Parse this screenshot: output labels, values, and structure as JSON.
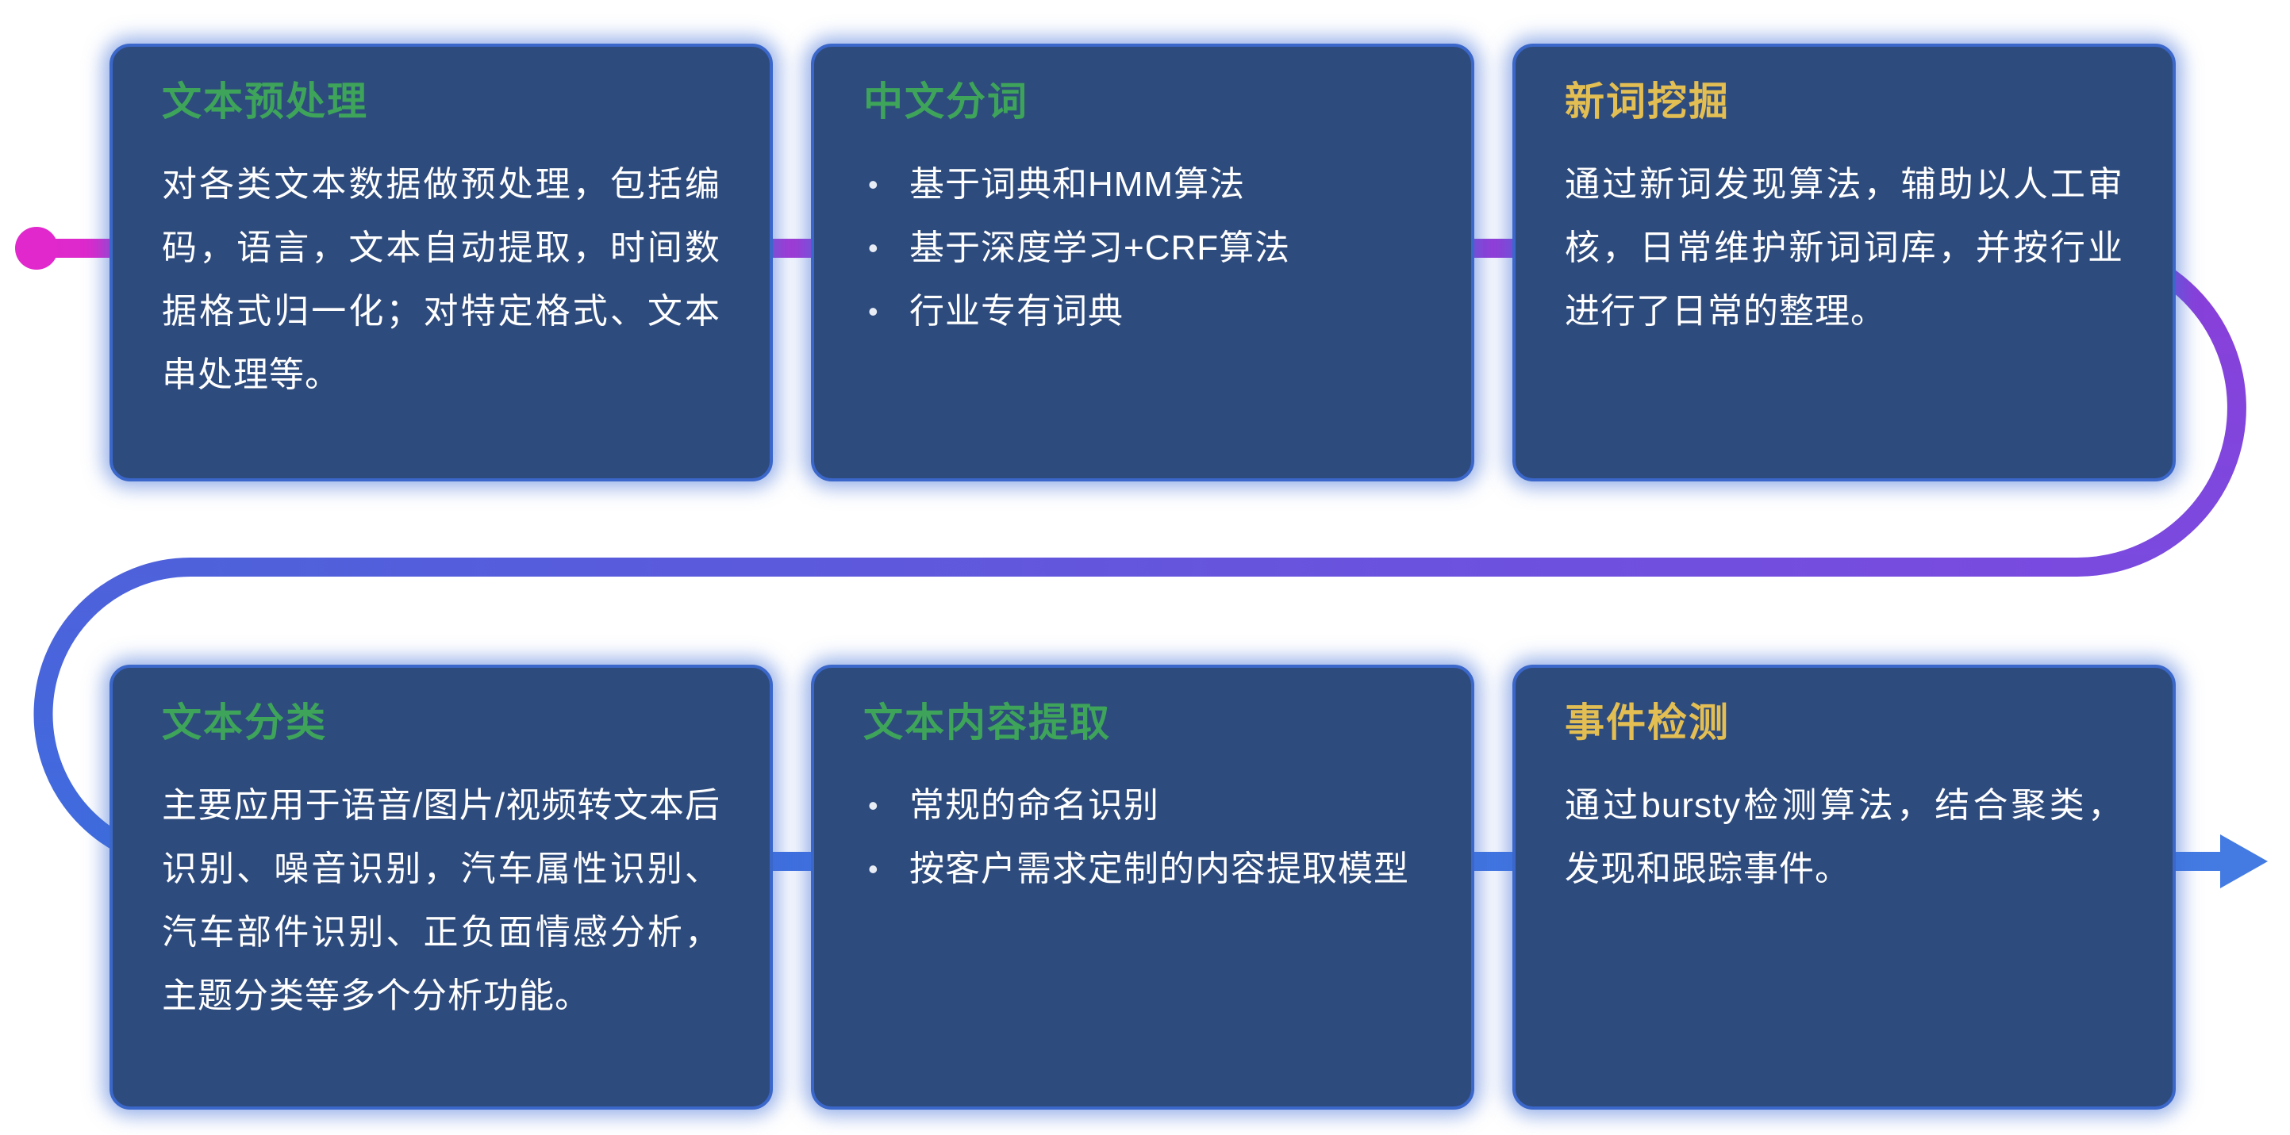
{
  "theme": {
    "card-bg": "#2E4B7D",
    "card-border": "#3A67C9",
    "card-glow": "#3D6CD688",
    "title-green": "#3DA45A",
    "title-yellow": "#E3BE52",
    "body-text": "#FFFFFF"
  },
  "pipeline": {
    "start_dot_color": "#E128CC",
    "gradient": {
      "start_magenta": "#E128CC",
      "mid_purple": "#A43AD6",
      "purple": "#8B3ED9",
      "violet": "#7A4ADF",
      "blue_violet": "#4E61DB",
      "blue": "#3E6CDE",
      "arrow_blue": "#447BE3"
    },
    "arrow_color": "#447BE3"
  },
  "cards": [
    {
      "title": "文本预处理",
      "title_color": "green",
      "type": "paragraph",
      "body": "对各类文本数据做预处理，包括编码，语言，文本自动提取，时间数据格式归一化；对特定格式、文本串处理等。"
    },
    {
      "title": "中文分词",
      "title_color": "green",
      "type": "bullets",
      "bullets": [
        "基于词典和HMM算法",
        "基于深度学习+CRF算法",
        "行业专有词典"
      ]
    },
    {
      "title": "新词挖掘",
      "title_color": "yellow",
      "type": "paragraph",
      "body": "通过新词发现算法，辅助以人工审核，日常维护新词词库，并按行业进行了日常的整理。"
    },
    {
      "title": "文本分类",
      "title_color": "green",
      "type": "paragraph",
      "body": "主要应用于语音/图片/视频转文本后识别、噪音识别，汽车属性识别、汽车部件识别、正负面情感分析，主题分类等多个分析功能。"
    },
    {
      "title": "文本内容提取",
      "title_color": "green",
      "type": "bullets",
      "bullets": [
        "常规的命名识别",
        "按客户需求定制的内容提取模型"
      ]
    },
    {
      "title": "事件检测",
      "title_color": "yellow",
      "type": "paragraph",
      "body": "通过bursty检测算法，结合聚类，发现和跟踪事件。"
    }
  ]
}
